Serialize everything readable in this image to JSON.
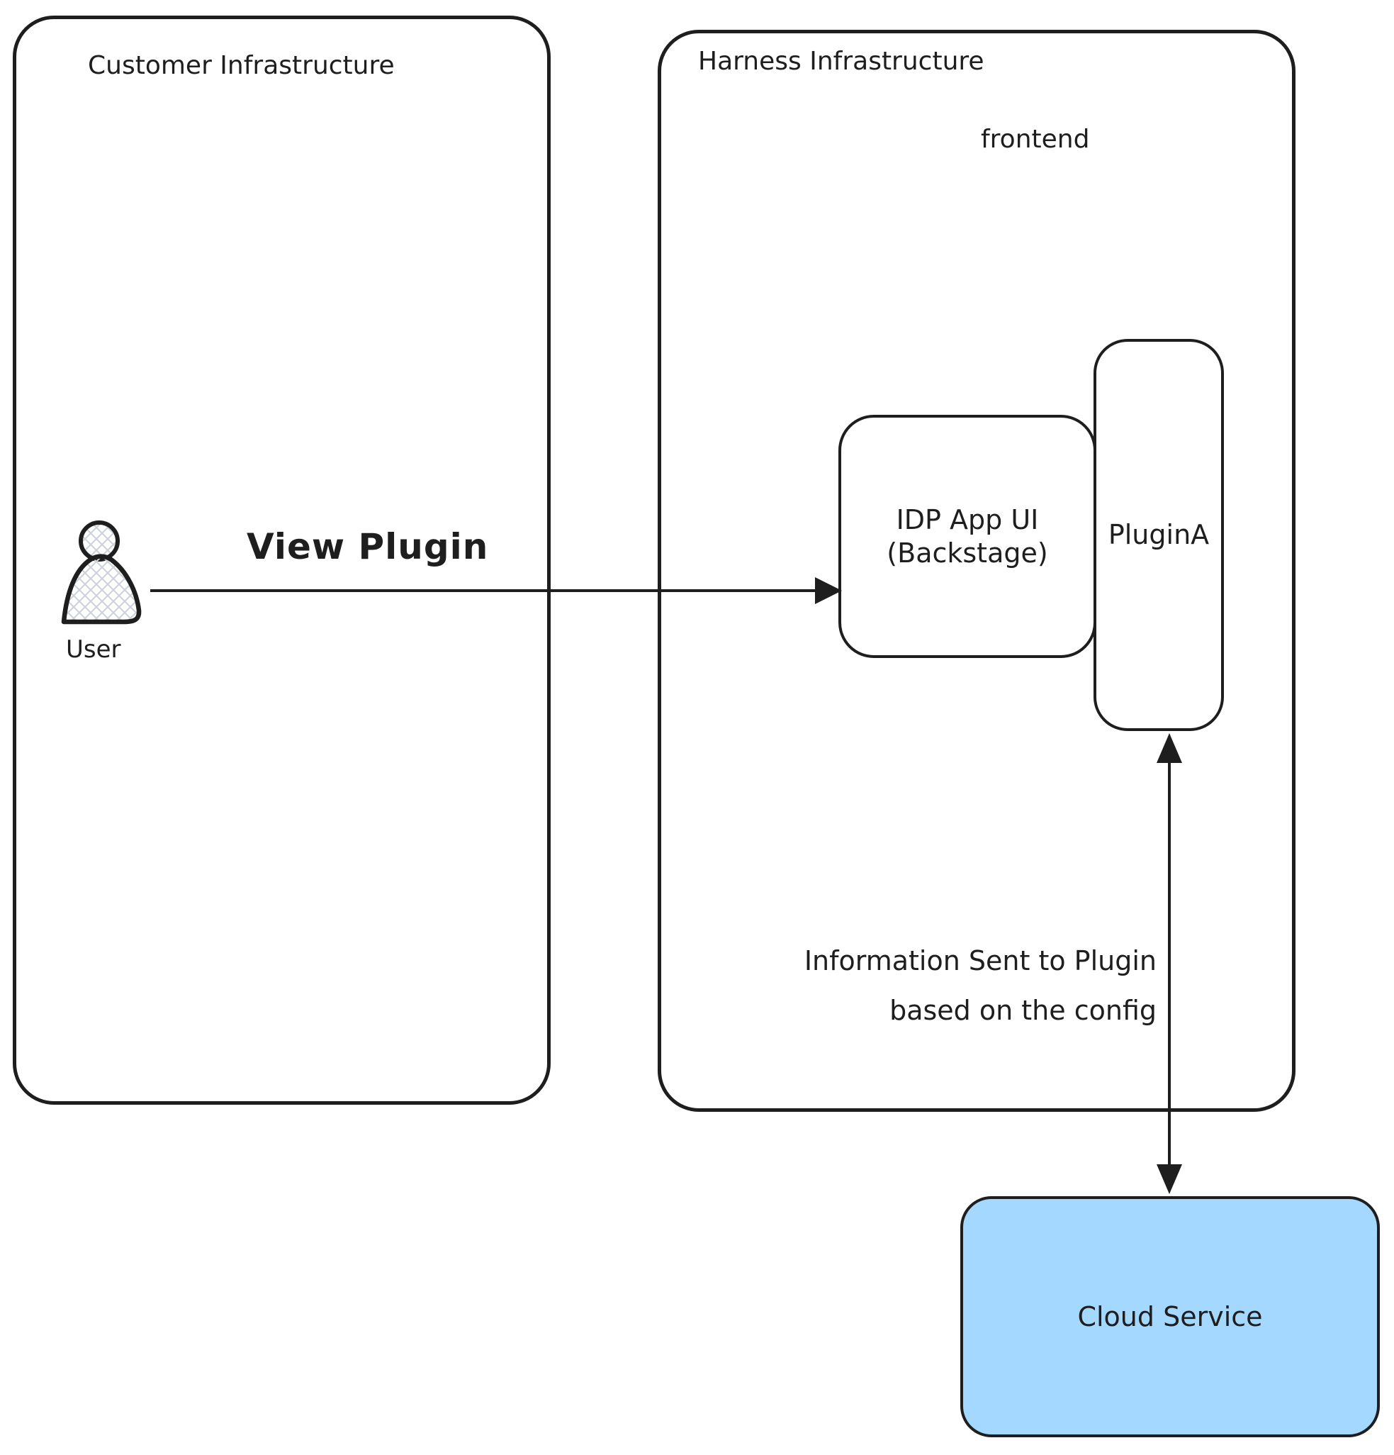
{
  "diagram": {
    "boxes": {
      "customer": {
        "title": "Customer Infrastructure"
      },
      "harness": {
        "title": "Harness Infrastructure",
        "sublabel": "frontend"
      },
      "idp": {
        "label_line1": "IDP App UI",
        "label_line2": "(Backstage)"
      },
      "plugin": {
        "label": "PluginA"
      },
      "cloud": {
        "label": "Cloud Service"
      }
    },
    "user": {
      "label": "User"
    },
    "arrows": {
      "view_plugin": {
        "label": "View Plugin"
      },
      "info": {
        "label_line1": "Information Sent to Plugin",
        "label_line2": "based on the config"
      }
    },
    "colors": {
      "stroke": "#1e1e1e",
      "cloud-fill": "#a5d8ff",
      "hatch": "#ccd3da",
      "canvas-bg": "#ffffff"
    }
  }
}
